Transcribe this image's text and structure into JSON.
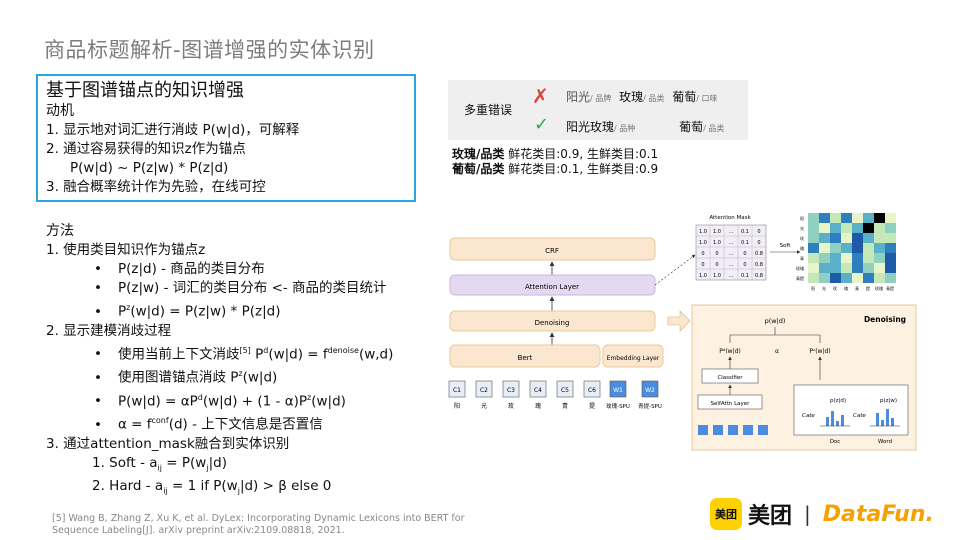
{
  "title": "商品标题解析-图谱增强的实体识别",
  "motivation": {
    "heading": "基于图谱锚点的知识增强",
    "sub": "动机",
    "items": [
      "1.   显示地对词汇进行消歧 P(w|d)，可解释",
      "2.   通过容易获得的知识z作为锚点",
      "P(w|d) ~ P(z|w) * P(z|d)",
      "3.   融合概率统计作为先验，在线可控"
    ]
  },
  "method": {
    "heading": "方法",
    "item1": "1.   使用类目知识作为锚点z",
    "item1_bullets": [
      "P(z|d) -  商品的类目分布",
      "P(z|w) - 词汇的类目分布 <- 商品的类目统计"
    ],
    "item1_b3_pre": "P",
    "item1_b3_sup": "z",
    "item1_b3_post": "(w|d) = P(z|w) * P(z|d)",
    "item2": "2.   显示建模消歧过程",
    "item2_b1_pre": "使用当前上下文消歧",
    "item2_b1_ref": "[5]",
    "item2_b1_mid": " P",
    "item2_b1_sup1": "d",
    "item2_b1_mid2": "(w|d) = f",
    "item2_b1_sup2": "denoise",
    "item2_b1_post": "(w,d)",
    "item2_b2_pre": "使用图谱锚点消歧  P",
    "item2_b2_sup": "z",
    "item2_b2_post": "(w|d)",
    "item2_b3_pre": "P(w|d) = αP",
    "item2_b3_sup1": "d",
    "item2_b3_mid": "(w|d) + (1 - α)P",
    "item2_b3_sup2": "z",
    "item2_b3_post": "(w|d)",
    "item2_b4_pre": "α = f",
    "item2_b4_sup": "conf",
    "item2_b4_post": "(d) - 上下文信息是否置信",
    "item3": "3.   通过attention_mask融合到实体识别",
    "soft_pre": "1.   Soft - a",
    "soft_sub1": "ij",
    "soft_mid": " = P(w",
    "soft_sub2": "j",
    "soft_post": "|d)",
    "hard_pre": "2.   Hard - a",
    "hard_sub1": "ij",
    "hard_mid": " = 1 if P(w",
    "hard_sub2": "j",
    "hard_post": "|d) > β else 0"
  },
  "errors": {
    "label": "多重错误",
    "row1": {
      "w1": "阳光",
      "t1": "/ 品牌",
      "w2": "玫瑰",
      "t2": "/ 品类",
      "w3": "葡萄",
      "t3": "/ 口味"
    },
    "row2": {
      "w1": "阳光玫瑰",
      "t1": "/ 品种",
      "w2": "葡萄",
      "t2": "/ 品类"
    }
  },
  "category_stats": [
    {
      "label": "玫瑰/品类",
      "text": "鲜花类目:0.9, 生鲜类目:0.1"
    },
    {
      "label": "葡萄/品类",
      "text": "鲜花类目:0.1, 生鲜类目:0.9"
    }
  ],
  "diagram": {
    "crf": "CRF",
    "attention_layer": "Attention Layer",
    "denoising": "Denoising",
    "bert": "Bert",
    "embedding_layer": "Embedding Layer",
    "tokens_c": [
      "C1",
      "C2",
      "C3",
      "C4",
      "C5",
      "C6"
    ],
    "tokens_w": [
      "W1",
      "W2"
    ],
    "chars": [
      "阳",
      "光",
      "玫",
      "瑰",
      "青",
      "提"
    ],
    "w_labels": [
      "玫瑰-SPU",
      "青提-SPU"
    ],
    "attention_mask_title": "Attention Mask",
    "mask_rows": [
      [
        "1.0",
        "1.0",
        "...",
        "0.1",
        "0"
      ],
      [
        "1.0",
        "1.0",
        "...",
        "0.1",
        "0"
      ],
      [
        "0",
        "0",
        "...",
        "0",
        "0.8"
      ],
      [
        "0",
        "0",
        "...",
        "0",
        "0.8"
      ],
      [
        "1.0",
        "1.0",
        "...",
        "0.1",
        "0.8"
      ]
    ],
    "soft": "Soft",
    "heatmap_row_labels": [
      "阳",
      "光",
      "玫",
      "瑰",
      "青",
      "玫瑰",
      "青提"
    ],
    "heatmap_col_labels": [
      "阳",
      "光",
      "玫",
      "瑰",
      "青",
      "提",
      "玫瑰",
      "青提"
    ],
    "denoise_title": "Denoising",
    "pwd": "p(w|d)",
    "pd": "Pᵈ(w|d)",
    "alpha": "α",
    "pz": "Pᶻ(w|d)",
    "classifier": "Classifier",
    "selfattn": "SelfAttn Layer",
    "cate": "Cate",
    "pzd": "p(z|d)",
    "pzw": "p(z|w)",
    "doc": "Doc",
    "word": "Word"
  },
  "reference": [
    "[5] Wang B, Zhang Z, Xu K, et al. DyLex: Incorporating Dynamic Lexicons into BERT for",
    "Sequence Labeling[J]. arXiv preprint arXiv:2109.08818, 2021."
  ],
  "logos": {
    "meituan_badge": "美团",
    "meituan": "美团",
    "sep": "|",
    "datafun": "DataFun."
  }
}
